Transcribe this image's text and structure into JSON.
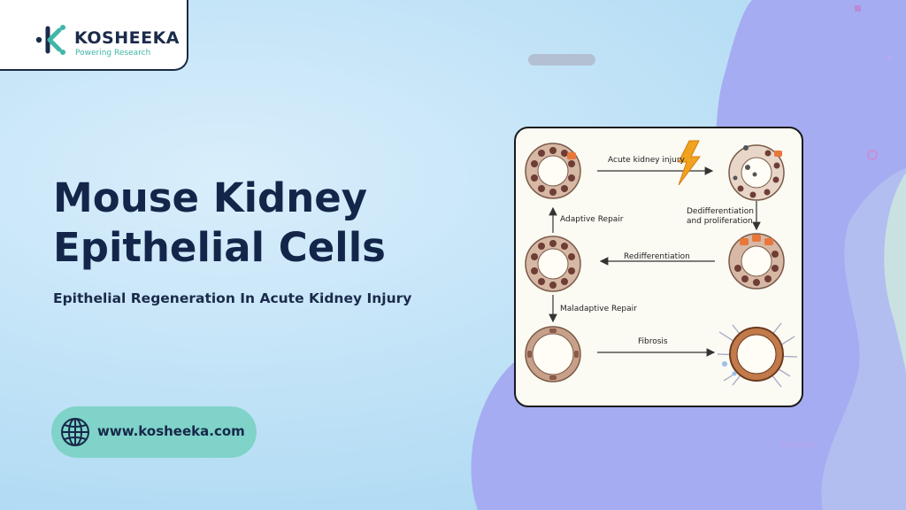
{
  "brand": {
    "name": "KOSHEEKA",
    "tagline": "Powering Research",
    "colors": {
      "navy": "#1b2b4b",
      "teal": "#3fb6a8",
      "lavender": "#a6acf1"
    }
  },
  "hero": {
    "title_line1": "Mouse Kidney",
    "title_line2": "Epithelial Cells",
    "subtitle": "Epithelial Regeneration In Acute Kidney Injury"
  },
  "website": {
    "url": "www.kosheeka.com",
    "icon": "globe-icon"
  },
  "diagram": {
    "labels": {
      "injury": "Acute kidney injury",
      "dediff_line1": "Dedifferentiation",
      "dediff_line2": "and proliferation",
      "adaptive": "Adaptive Repair",
      "rediff": "Redifferentiation",
      "maladaptive": "Maladaptive Repair",
      "fibrosis": "Fibrosis"
    },
    "icons": [
      "lightning-icon"
    ]
  }
}
